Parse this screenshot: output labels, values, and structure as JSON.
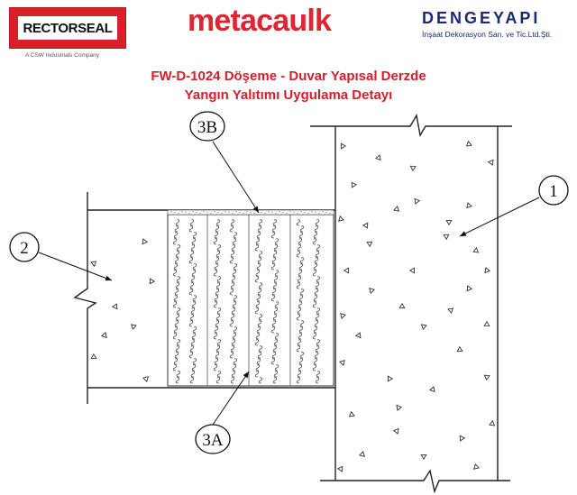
{
  "header": {
    "rectorseal": {
      "name": "RECTORSEAL",
      "tagline": "A CSW Industrials Company",
      "color": "#d9202a"
    },
    "metacaulk": {
      "name": "metacaulk",
      "color": "#e02432"
    },
    "dengeyapi": {
      "name": "DENGEYAPI",
      "subtitle": "İnşaat Dekorasyon San. ve Tic.Ltd.Şti.",
      "color": "#1c2a6e"
    }
  },
  "title": {
    "line1": "FW-D-1024 Döşeme - Duvar Yapısal Derzde",
    "line2": "Yangın Yalıtımı Uygulama Detayı",
    "color": "#d61f2b"
  },
  "diagram": {
    "callouts": [
      {
        "id": "1",
        "label": "1"
      },
      {
        "id": "2",
        "label": "2"
      },
      {
        "id": "3A",
        "label": "3A"
      },
      {
        "id": "3B",
        "label": "3B"
      }
    ]
  }
}
